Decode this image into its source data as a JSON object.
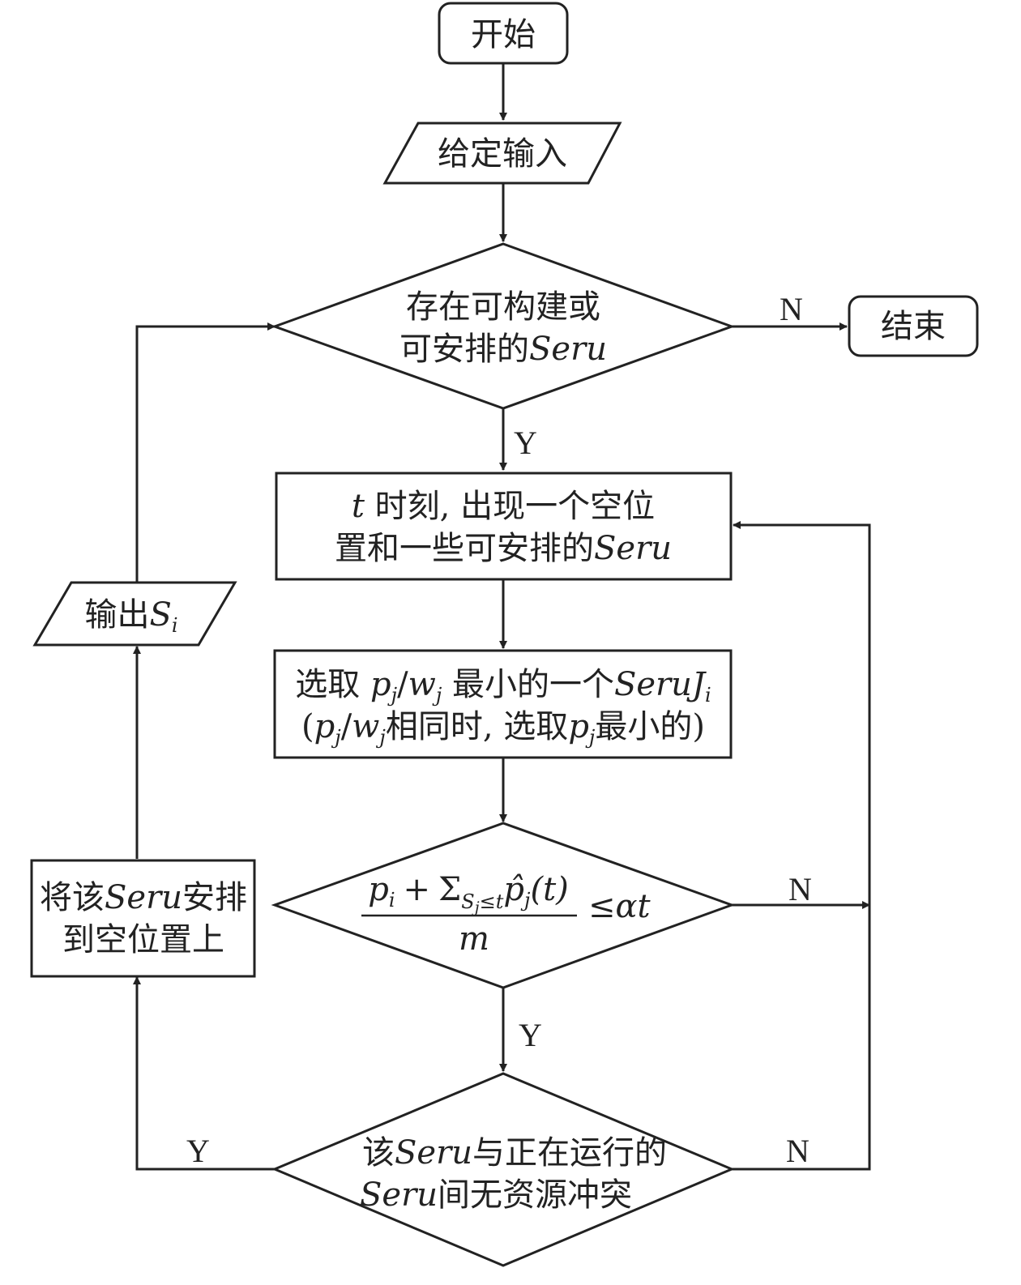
{
  "nodes": {
    "start": "开始",
    "input": "给定输入",
    "decision_exists": {
      "line1": "存在可构建或",
      "line2_prefix": "可安排的",
      "line2_var": "Seru"
    },
    "end": "结束",
    "slot_event": {
      "var_t": "t",
      "line1": "时刻, 出现一个空位",
      "line2_prefix": "置和一些可安排的",
      "line2_var": "Seru"
    },
    "select": {
      "line1_prefix": "选取 ",
      "p": "p",
      "j": "j",
      "slash": "/",
      "w": "w",
      "line1_mid": " 最小的一个",
      "seru": "Seru",
      "J": "J",
      "i": "i",
      "line2_open": "(",
      "line2_mid": "相同时, 选取",
      "line2_suffix": "最小的)"
    },
    "condition": {
      "p": "p",
      "i": "i",
      "plus": "+",
      "sigma": "Σ",
      "S": "S",
      "j": "j",
      "le": "≤",
      "t": "t",
      "phat": "p̂",
      "paren_t": "(t)",
      "m": "m",
      "alpha_t": "αt"
    },
    "conflict": {
      "line1_prefix": "该",
      "seru": "Seru",
      "line1_suffix": "与正在运行的",
      "line2_suffix": "间无资源冲突"
    },
    "assign": {
      "line1_prefix": "将该",
      "seru": "Seru",
      "line1_suffix": "安排",
      "line2": "到空位置上"
    },
    "output": {
      "prefix": "输出",
      "S": "S",
      "i": "i"
    }
  },
  "edge_labels": {
    "exists_no": "N",
    "exists_yes": "Y",
    "condition_no": "N",
    "condition_yes": "Y",
    "conflict_yes": "Y",
    "conflict_no": "N"
  }
}
